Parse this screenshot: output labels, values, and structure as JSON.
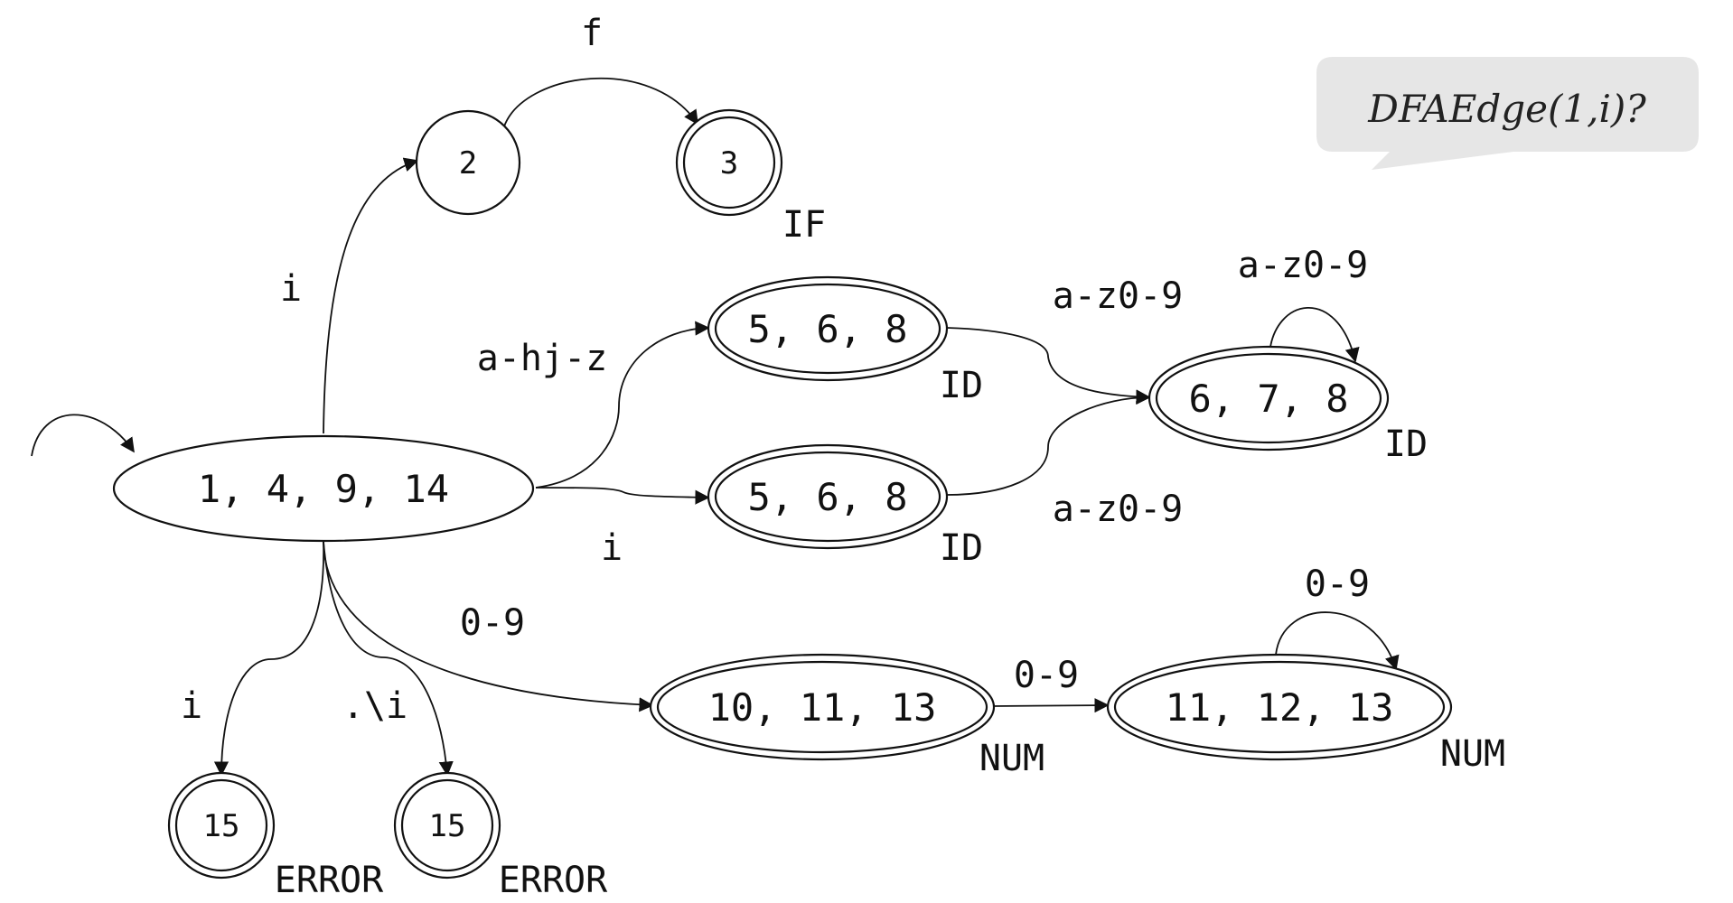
{
  "states": {
    "start": "1, 4, 9, 14",
    "s2": "2",
    "s3": "3",
    "id_a": "5, 6, 8",
    "id_b": "5, 6, 8",
    "id_loop": "6, 7, 8",
    "num_a": "10, 11, 13",
    "num_b": "11, 12, 13",
    "err_a": "15",
    "err_b": "15"
  },
  "tokens": {
    "if": "IF",
    "id_a": "ID",
    "id_b": "ID",
    "id_loop": "ID",
    "num_a": "NUM",
    "num_b": "NUM",
    "err_a": "ERROR",
    "err_b": "ERROR"
  },
  "edges": {
    "start_to_2": "i",
    "s2_to_3": "f",
    "start_to_id_a": "a-hj-z",
    "start_to_id_b": "i",
    "id_a_to_loop": "a-z0-9",
    "id_b_to_loop": "a-z0-9",
    "loop_self": "a-z0-9",
    "start_to_num": "0-9",
    "num_a_to_num_b": "0-9",
    "num_b_self": "0-9",
    "start_to_err_a": "i",
    "start_to_err_b": ".\\i"
  },
  "callout": {
    "text": "DFAEdge(1,i)?",
    "fill": "#e6e6e6"
  }
}
